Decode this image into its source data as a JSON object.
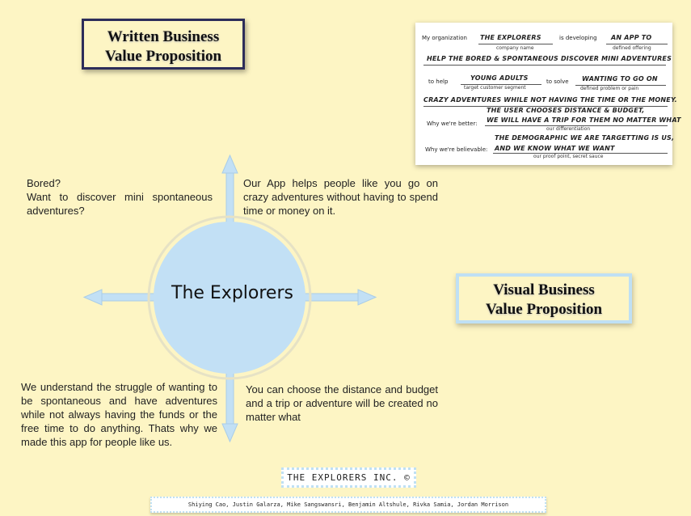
{
  "written_title": {
    "line1": "Written Business",
    "line2": "Value Proposition"
  },
  "visual_title": {
    "line1": "Visual Business",
    "line2": "Value Proposition"
  },
  "proposition_card": {
    "my_org_label": "My organization",
    "org_name": "THE EXPLORERS",
    "company_name_caption": "company name",
    "developing_label": "is developing",
    "offering": "AN APP TO",
    "offering_caption": "defined offering",
    "mission": "HELP THE BORED & SPONTANEOUS DISCOVER MINI ADVENTURES",
    "to_help_label": "to help",
    "segment": "YOUNG ADULTS",
    "segment_caption": "target customer segment",
    "to_solve_label": "to solve",
    "problem": "WANTING TO GO ON",
    "problem_caption": "defined problem or pain",
    "problem_cont": "CRAZY ADVENTURES WHILE NOT HAVING THE TIME OR THE MONEY.",
    "better_label": "Why we're better:",
    "better_line1": "THE USER CHOOSES DISTANCE & BUDGET,",
    "better_line2": "WE WILL HAVE A TRIP FOR THEM NO MATTER WHAT",
    "better_caption": "our differentiation",
    "believable_label": "Why we're believable:",
    "believable_line1": "THE DEMOGRAPHIC WE ARE TARGETTING IS US,",
    "believable_line2": "AND WE KNOW WHAT WE WANT",
    "believable_caption": "our proof point, secret sauce"
  },
  "center_label": "The Explorers",
  "quadrants": {
    "top_left": {
      "line1": "Bored?",
      "line2": "Want to discover mini spontaneous adventures?"
    },
    "top_right": "Our App helps people like you go on crazy adventures without having to spend time or money on it.",
    "bottom_left": "We understand the struggle of wanting to be spontaneous and have adventures while not always having the funds or the free time to do anything. Thats why we made this app for people like us.",
    "bottom_right": "You can choose the distance and budget and a trip or adventure will be created no matter what"
  },
  "footer": {
    "company": "THE EXPLORERS INC. ©",
    "names": "Shiying Cao, Justin Galarza, Mike Sangswansri, Benjamin Altshule, Rivka Samia, Jordan Morrison"
  },
  "colors": {
    "background": "#fdf5c4",
    "accent_blue": "#c2e0f5",
    "border_navy": "#2d2d5a"
  }
}
